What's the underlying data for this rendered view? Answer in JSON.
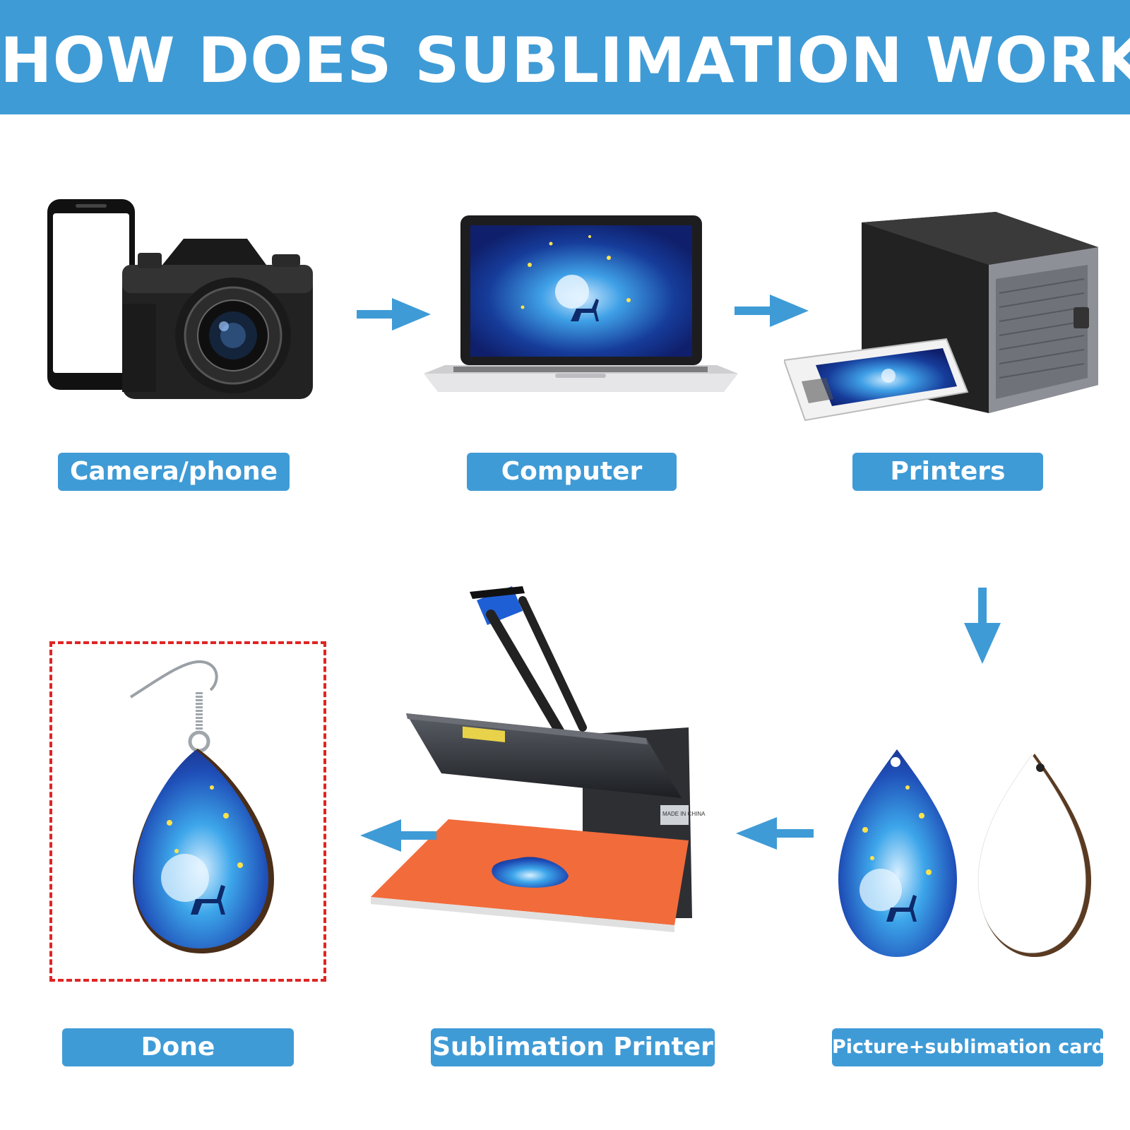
{
  "title": "HOW DOES SUBLIMATION WORK",
  "colors": {
    "accent": "#3f9bd6",
    "label_text": "#ffffff",
    "frame": "#e02424",
    "press_plate": "#f26b3a"
  },
  "steps": [
    {
      "label": "Camera/phone",
      "icon": "camera-phone-icon"
    },
    {
      "label": "Computer",
      "icon": "laptop-icon"
    },
    {
      "label": "Printers",
      "icon": "printer-icon"
    },
    {
      "label": "Picture+sublimation card",
      "icon": "teardrop-cards-icon"
    },
    {
      "label": "Sublimation Printer",
      "icon": "heat-press-icon"
    },
    {
      "label": "Done",
      "icon": "earring-icon"
    }
  ],
  "press_panel_text": "MADE IN CHINA"
}
